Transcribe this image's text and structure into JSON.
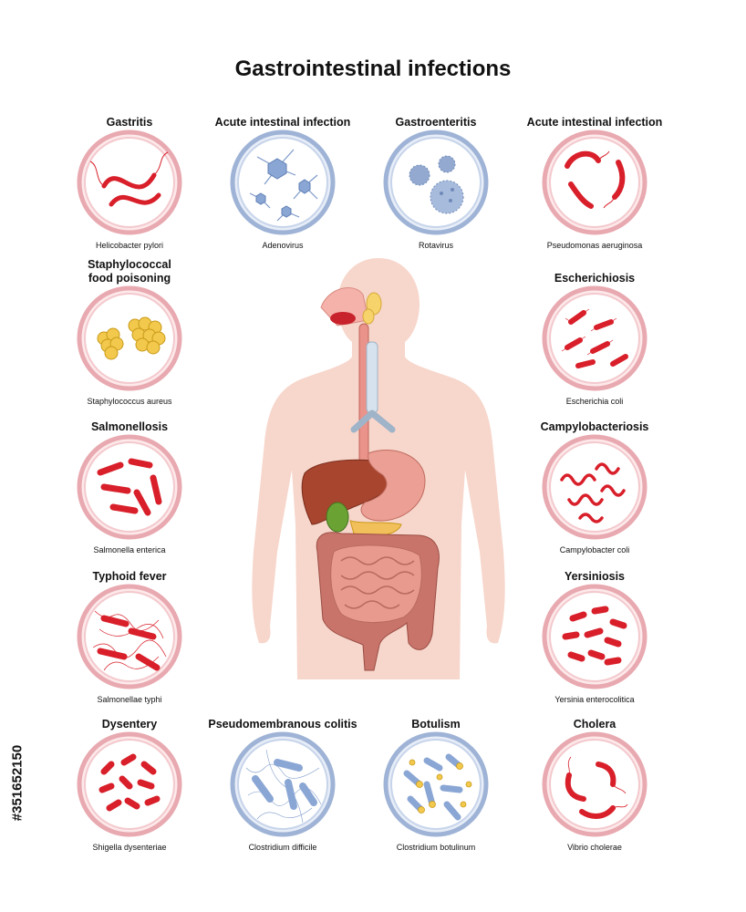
{
  "title": "Gastrointestinal infections",
  "stock_id": "#351652150",
  "infections": [
    {
      "disease": "Gastritis",
      "pathogen": "Helicobacter pylori",
      "palette": "red",
      "icon": "spiral-bacteria-icon"
    },
    {
      "disease": "Acute intestinal infection",
      "pathogen": "Adenovirus",
      "palette": "blue",
      "icon": "adenovirus-icon"
    },
    {
      "disease": "Gastroenteritis",
      "pathogen": "Rotavirus",
      "palette": "blue",
      "icon": "rotavirus-icon"
    },
    {
      "disease": "Acute intestinal infection",
      "pathogen": "Pseudomonas aeruginosa",
      "palette": "red",
      "icon": "curved-rod-bacteria-icon"
    },
    {
      "disease": "Staphylococcal food poisoning",
      "pathogen": "Staphylococcus aureus",
      "palette": "red",
      "icon": "coccus-cluster-icon"
    },
    {
      "disease": "Escherichiosis",
      "pathogen": "Escherichia coli",
      "palette": "red",
      "icon": "rod-bacteria-icon"
    },
    {
      "disease": "Salmonellosis",
      "pathogen": "Salmonella enterica",
      "palette": "red",
      "icon": "rod-bacteria-icon"
    },
    {
      "disease": "Campylobacteriosis",
      "pathogen": "Campylobacter coli",
      "palette": "red",
      "icon": "spiral-bacteria-icon"
    },
    {
      "disease": "Typhoid fever",
      "pathogen": "Salmonellae typhi",
      "palette": "red",
      "icon": "flagellated-rod-icon"
    },
    {
      "disease": "Yersiniosis",
      "pathogen": "Yersinia enterocolitica",
      "palette": "red",
      "icon": "short-rod-icon"
    },
    {
      "disease": "Dysentery",
      "pathogen": "Shigella dysenteriae",
      "palette": "red",
      "icon": "short-rod-icon"
    },
    {
      "disease": "Pseudomembranous colitis",
      "pathogen": "Clostridium difficile",
      "palette": "blue",
      "icon": "flagellated-rod-icon"
    },
    {
      "disease": "Botulism",
      "pathogen": "Clostridium botulinum",
      "palette": "blue",
      "icon": "spore-rod-icon"
    },
    {
      "disease": "Cholera",
      "pathogen": "Vibrio cholerae",
      "palette": "red",
      "icon": "comma-bacteria-icon"
    }
  ],
  "colors": {
    "red_ring": "#e8a9b0",
    "red_fill": "#fde9ea",
    "bacteria_red": "#d81f2a",
    "blue_ring": "#9eb3d6",
    "blue_fill": "#e8eef8",
    "virus_blue": "#7d99c9",
    "skin": "#f7d6cb"
  }
}
